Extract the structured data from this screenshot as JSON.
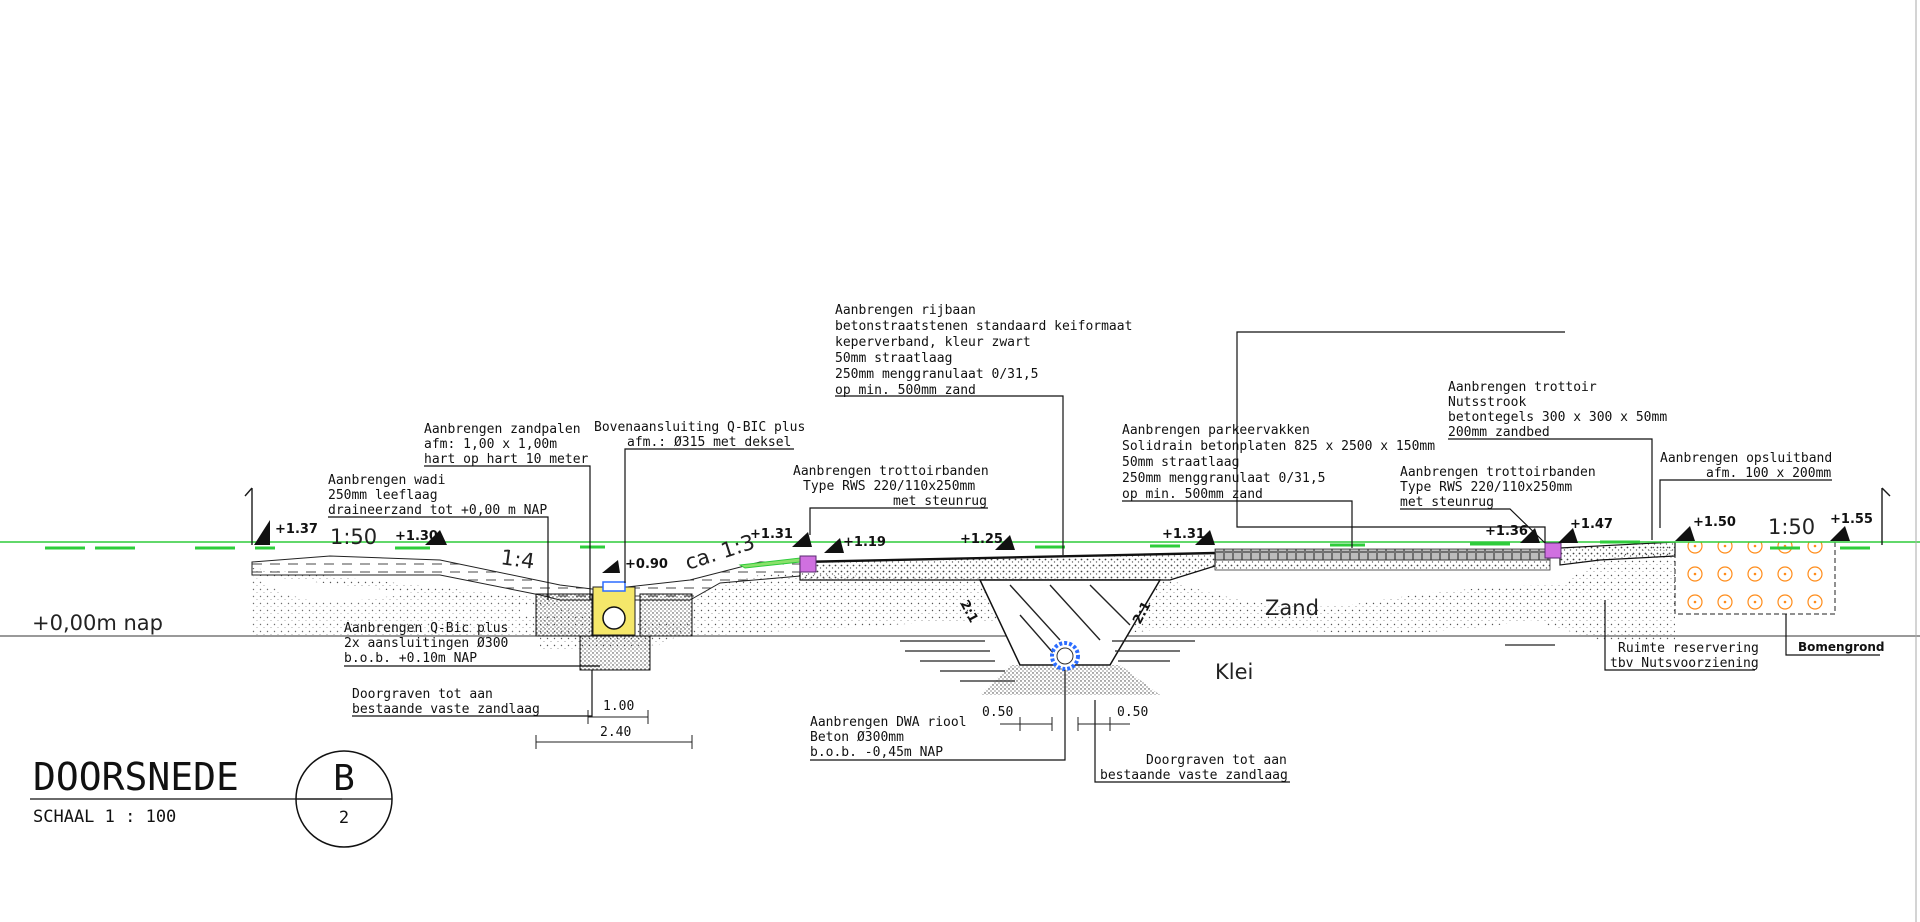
{
  "title": {
    "main": "DOORSNEDE",
    "scale": "SCHAAL 1 : 100",
    "section_letter": "B",
    "sheet_number": "2"
  },
  "reference": {
    "nap_label": "+0,00m nap"
  },
  "scales": {
    "left": "1:50",
    "right": "1:50"
  },
  "levels": [
    "+1.37",
    "+1.30",
    "+0.90",
    "+1.31",
    "+1.19",
    "+1.25",
    "+1.31",
    "+1.36",
    "+1.47",
    "+1.50",
    "+1.55"
  ],
  "slopes": [
    "1:4",
    "ca. 1:3",
    "2:1",
    "2:1"
  ],
  "materials": {
    "sand": "Zand",
    "clay": "Klei"
  },
  "annotations": {
    "rijbaan": [
      "Aanbrengen rijbaan",
      "betonstraatstenen standaard keiformaat",
      "keperverband, kleur zwart",
      "50mm straatlaag",
      "250mm menggranulaat 0/31,5",
      "op min. 500mm zand"
    ],
    "zandpalen": [
      "Aanbrengen zandpalen",
      "afm: 1,00 x 1,00m",
      "hart op hart 10 meter"
    ],
    "q_bic": [
      "Bovenaansluiting Q-BIC plus",
      "afm.: Ø315 met deksel"
    ],
    "wadi": [
      "Aanbrengen wadi",
      "250mm leeflaag",
      "draineerzand tot +0,00 m NAP"
    ],
    "trottoirbanden_left": [
      "Aanbrengen trottoirbanden",
      "Type RWS 220/110x250mm",
      "met steunrug"
    ],
    "parkeervakken": [
      "Aanbrengen parkeervakken",
      "Solidrain betonplaten 825 x 2500 x 150mm",
      "50mm straatlaag",
      "250mm menggranulaat 0/31,5",
      "op min. 500mm zand"
    ],
    "trottoir": [
      "Aanbrengen trottoir",
      "Nutsstrook",
      "betontegels 300 x 300 x 50mm",
      "200mm zandbed"
    ],
    "trottoirbanden_right": [
      "Aanbrengen trottoirbanden",
      "Type RWS 220/110x250mm",
      "met steunrug"
    ],
    "opsluitband": [
      "Aanbrengen opsluitband",
      "afm. 100 x 200mm"
    ],
    "q_bic_plus": [
      "Aanbrengen Q-Bic plus",
      "2x aansluitingen Ø300",
      "b.o.b. +0.10m NAP"
    ],
    "doorgraven_left": [
      "Doorgraven tot aan",
      "bestaande vaste zandlaag"
    ],
    "dwa": [
      "Aanbrengen DWA riool",
      "Beton Ø300mm",
      "b.o.b. -0,45m NAP"
    ],
    "doorgraven_mid": [
      "Doorgraven tot aan",
      "bestaande vaste zandlaag"
    ],
    "nuts": [
      "Ruimte reservering",
      "tbv Nutsvoorziening"
    ],
    "bomengrond": "Bomengrond"
  },
  "dimensions": [
    "1.00",
    "2.40",
    "0.50",
    "0.50"
  ],
  "colors": {
    "grass": "#2ecc3a",
    "curb": "#d070e0",
    "tree_soil": "#ff8c1a",
    "qbic": "#f5e76a",
    "pipe": "#2b6cff"
  }
}
